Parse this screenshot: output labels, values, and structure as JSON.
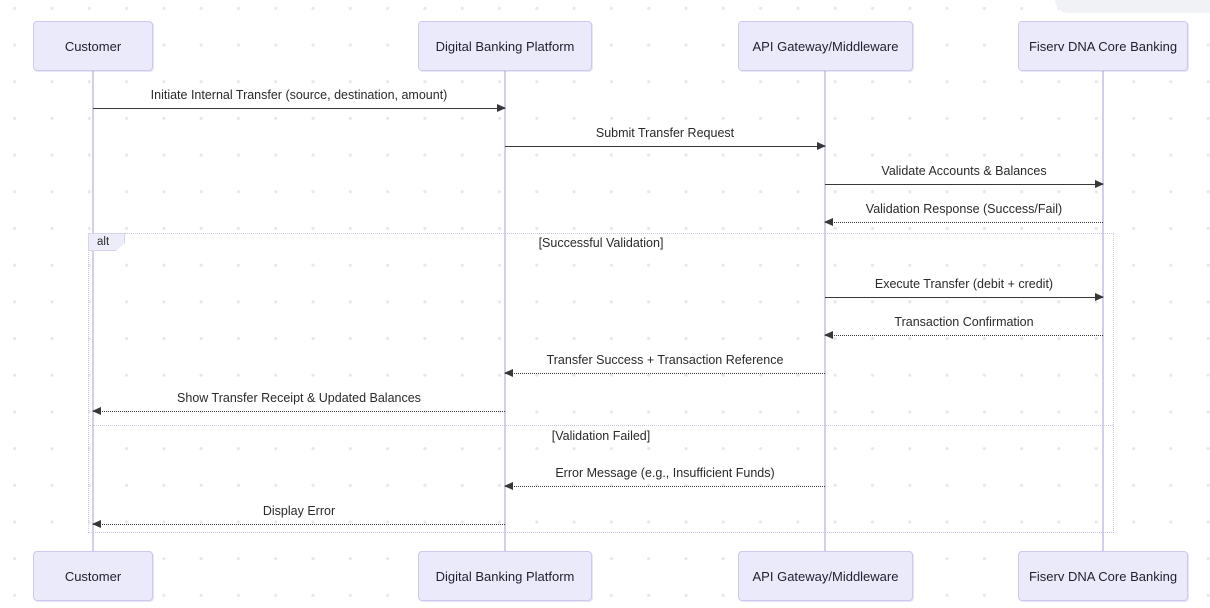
{
  "diagram": {
    "type": "sequence-diagram",
    "actors": [
      {
        "label": "Customer"
      },
      {
        "label": "Digital Banking Platform"
      },
      {
        "label": "API Gateway/Middleware"
      },
      {
        "label": "Fiserv DNA Core Banking"
      }
    ],
    "messages": [
      {
        "from": "Customer",
        "to": "Digital Banking Platform",
        "label": "Initiate Internal Transfer (source, destination, amount)",
        "line": "solid"
      },
      {
        "from": "Digital Banking Platform",
        "to": "API Gateway/Middleware",
        "label": "Submit Transfer Request",
        "line": "solid"
      },
      {
        "from": "API Gateway/Middleware",
        "to": "Fiserv DNA Core Banking",
        "label": "Validate Accounts & Balances",
        "line": "solid"
      },
      {
        "from": "Fiserv DNA Core Banking",
        "to": "API Gateway/Middleware",
        "label": "Validation Response (Success/Fail)",
        "line": "dashed"
      },
      {
        "from": "API Gateway/Middleware",
        "to": "Fiserv DNA Core Banking",
        "label": "Execute Transfer (debit + credit)",
        "line": "solid"
      },
      {
        "from": "Fiserv DNA Core Banking",
        "to": "API Gateway/Middleware",
        "label": "Transaction Confirmation",
        "line": "dashed"
      },
      {
        "from": "API Gateway/Middleware",
        "to": "Digital Banking Platform",
        "label": "Transfer Success + Transaction Reference",
        "line": "dashed"
      },
      {
        "from": "Digital Banking Platform",
        "to": "Customer",
        "label": "Show Transfer Receipt & Updated Balances",
        "line": "dashed"
      },
      {
        "from": "API Gateway/Middleware",
        "to": "Digital Banking Platform",
        "label": "Error Message (e.g., Insufficient Funds)",
        "line": "dashed"
      },
      {
        "from": "Digital Banking Platform",
        "to": "Customer",
        "label": "Display Error",
        "line": "dashed"
      }
    ],
    "alt_frame": {
      "label": "alt",
      "sections": [
        {
          "condition": "[Successful Validation]"
        },
        {
          "condition": "[Validation Failed]"
        }
      ]
    },
    "colors": {
      "actor_fill": "#EAEAFB",
      "actor_border": "#CFC8EE",
      "lifeline": "#D6CDEC",
      "arrow": "#383838",
      "frame_border": "#C8C2E6",
      "frame_label_fill": "#EDEDFA"
    }
  }
}
